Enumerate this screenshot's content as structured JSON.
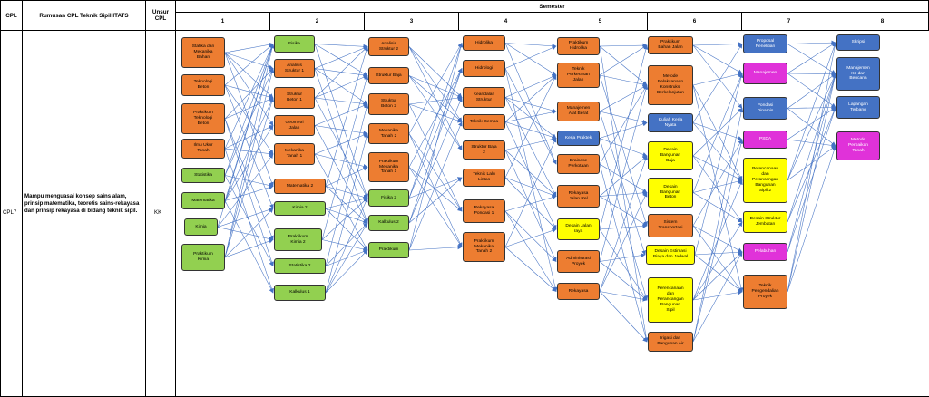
{
  "header": {
    "cpl": "CPL",
    "rumusan": "Rumusan CPL Teknik Sipil ITATS",
    "unsur": "Unsur\nCPL",
    "semester": "Semester",
    "semesters": [
      "1",
      "2",
      "3",
      "4",
      "5",
      "6",
      "7",
      "8"
    ]
  },
  "row": {
    "code": "CPL7",
    "description": "Mampu menguasai konsep sains alam, prinsip matematika, teoretis sains-rekayasa dan prinsip rekayasa di bidang teknik sipil.",
    "unsur": "KK"
  },
  "colors": {
    "orange": "#ED7D31",
    "green": "#92D050",
    "blue": "#4472C4",
    "yellow": "#FFFF00",
    "magenta": "#E032D9",
    "arrow": "#4472C4"
  },
  "nodes": [
    {
      "id": "s1a",
      "sem": 1,
      "label": "Statika dan\nMekanika\nBahan",
      "color": "orange"
    },
    {
      "id": "s1b",
      "sem": 1,
      "label": "Teknologi\nBeton",
      "color": "orange"
    },
    {
      "id": "s1c",
      "sem": 1,
      "label": "Praktikum\nTeknologi\nBeton",
      "color": "orange"
    },
    {
      "id": "s1d",
      "sem": 1,
      "label": "Ilmu Ukur\nTanah",
      "color": "orange"
    },
    {
      "id": "s1e",
      "sem": 1,
      "label": "Statistika",
      "color": "green"
    },
    {
      "id": "s1f",
      "sem": 1,
      "label": "Matematika",
      "color": "green"
    },
    {
      "id": "s1g",
      "sem": 1,
      "label": "Kimia",
      "color": "green"
    },
    {
      "id": "s1h",
      "sem": 1,
      "label": "Praktikum\nKimia",
      "color": "green"
    },
    {
      "id": "s2a",
      "sem": 2,
      "label": "Fisika",
      "color": "green"
    },
    {
      "id": "s2b",
      "sem": 2,
      "label": "Analisis\nStruktur 1",
      "color": "orange"
    },
    {
      "id": "s2c",
      "sem": 2,
      "label": "Struktur\nBeton 1",
      "color": "orange"
    },
    {
      "id": "s2d",
      "sem": 2,
      "label": "Geometri\nJalan",
      "color": "orange"
    },
    {
      "id": "s2e",
      "sem": 2,
      "label": "Mekanika\nTanah 1",
      "color": "orange"
    },
    {
      "id": "s2f",
      "sem": 2,
      "label": "Matematika 2",
      "color": "orange"
    },
    {
      "id": "s2g",
      "sem": 2,
      "label": "Kimia 2",
      "color": "green"
    },
    {
      "id": "s2h",
      "sem": 2,
      "label": "Praktikum\nKimia 2",
      "color": "green"
    },
    {
      "id": "s2i",
      "sem": 2,
      "label": "Statistika 2",
      "color": "green"
    },
    {
      "id": "s2j",
      "sem": 2,
      "label": "Kalkulus 1",
      "color": "green"
    },
    {
      "id": "s3a",
      "sem": 3,
      "label": "Analisis\nStruktur 2",
      "color": "orange"
    },
    {
      "id": "s3b",
      "sem": 3,
      "label": "Struktur Baja",
      "color": "orange"
    },
    {
      "id": "s3c",
      "sem": 3,
      "label": "Struktur\nBeton 2",
      "color": "orange"
    },
    {
      "id": "s3d",
      "sem": 3,
      "label": "Mekanika\nTanah 2",
      "color": "orange"
    },
    {
      "id": "s3e",
      "sem": 3,
      "label": "Praktikum\nMekanika\nTanah 1",
      "color": "orange"
    },
    {
      "id": "s3f",
      "sem": 3,
      "label": "Fisika 2",
      "color": "green"
    },
    {
      "id": "s3g",
      "sem": 3,
      "label": "Kalkulus 2",
      "color": "green"
    },
    {
      "id": "s3h",
      "sem": 3,
      "label": "Praktikum",
      "color": "green"
    },
    {
      "id": "s4a",
      "sem": 4,
      "label": "Hidrolika",
      "color": "orange"
    },
    {
      "id": "s4b",
      "sem": 4,
      "label": "Hidrologi",
      "color": "orange"
    },
    {
      "id": "s4c",
      "sem": 4,
      "label": "Keandalan\nStruktur",
      "color": "orange"
    },
    {
      "id": "s4d",
      "sem": 4,
      "label": "Teknik Gempa",
      "color": "orange"
    },
    {
      "id": "s4e",
      "sem": 4,
      "label": "Struktur Baja\n2",
      "color": "orange"
    },
    {
      "id": "s4f",
      "sem": 4,
      "label": "Teknik Lalu\nLintas",
      "color": "orange"
    },
    {
      "id": "s4g",
      "sem": 4,
      "label": "Rekayasa\nPondasi 1",
      "color": "orange"
    },
    {
      "id": "s4h",
      "sem": 4,
      "label": "Praktikum\nMekanika\nTanah 2",
      "color": "orange"
    },
    {
      "id": "s5a",
      "sem": 5,
      "label": "Praktikum\nHidrolika",
      "color": "orange"
    },
    {
      "id": "s5b",
      "sem": 5,
      "label": "Teknik\nPerkerasan\nJalan",
      "color": "orange"
    },
    {
      "id": "s5c",
      "sem": 5,
      "label": "Manajemen\nAlat Berat",
      "color": "orange"
    },
    {
      "id": "s5d",
      "sem": 5,
      "label": "Kerja Praktek",
      "color": "blue"
    },
    {
      "id": "s5e",
      "sem": 5,
      "label": "Drainase\nPerkotaan",
      "color": "orange"
    },
    {
      "id": "s5f",
      "sem": 5,
      "label": "Rekayasa\nJalan Rel",
      "color": "orange"
    },
    {
      "id": "s5g",
      "sem": 5,
      "label": "Desain Jalan\nraya",
      "color": "yellow"
    },
    {
      "id": "s5h",
      "sem": 5,
      "label": "Administrasi\nProyek",
      "color": "orange"
    },
    {
      "id": "s5i",
      "sem": 5,
      "label": "Rekayasa",
      "color": "orange"
    },
    {
      "id": "s6a",
      "sem": 6,
      "label": "Praktikum\nBahan Jalan",
      "color": "orange"
    },
    {
      "id": "s6b",
      "sem": 6,
      "label": "Metode\nPelaksanaan\nKonstruksi\nBerkelanjutan",
      "color": "orange"
    },
    {
      "id": "s6c",
      "sem": 6,
      "label": "Kuliah Kerja\nNyata",
      "color": "blue"
    },
    {
      "id": "s6d",
      "sem": 6,
      "label": "Desain\nBangunan\nBaja",
      "color": "yellow"
    },
    {
      "id": "s6e",
      "sem": 6,
      "label": "Desain\nBangunan\nBeton",
      "color": "yellow"
    },
    {
      "id": "s6f",
      "sem": 6,
      "label": "Sistem\nTransportasi",
      "color": "orange"
    },
    {
      "id": "s6g",
      "sem": 6,
      "label": "Desain Estimasi\nBiaya dan Jadwal",
      "color": "yellow"
    },
    {
      "id": "s6h",
      "sem": 6,
      "label": "Perencanaan\ndan\nPerancangan\nBangunan\nSipil",
      "color": "yellow"
    },
    {
      "id": "s6i",
      "sem": 6,
      "label": "Irigasi dan\nBangunan Air",
      "color": "orange"
    },
    {
      "id": "s7a",
      "sem": 7,
      "label": "Proposal\nPenelitian",
      "color": "blue"
    },
    {
      "id": "s7b",
      "sem": 7,
      "label": "Manajemen",
      "color": "magenta"
    },
    {
      "id": "s7c",
      "sem": 7,
      "label": "Pondasi\nDinamis",
      "color": "blue"
    },
    {
      "id": "s7d",
      "sem": 7,
      "label": "PSDA",
      "color": "magenta"
    },
    {
      "id": "s7e",
      "sem": 7,
      "label": "Perencanaan\ndan\nPerancangan\nBangunan\nSipil 2",
      "color": "yellow"
    },
    {
      "id": "s7f",
      "sem": 7,
      "label": "Desain Struktur\nJembatan",
      "color": "yellow"
    },
    {
      "id": "s7g",
      "sem": 7,
      "label": "Pelabuhan",
      "color": "magenta"
    },
    {
      "id": "s7h",
      "sem": 7,
      "label": "Teknik\nPengendalian\nProyek",
      "color": "orange"
    },
    {
      "id": "s8a",
      "sem": 8,
      "label": "Skripsi",
      "color": "blue"
    },
    {
      "id": "s8b",
      "sem": 8,
      "label": "Manajemen\nK3 dan\nBencana",
      "color": "blue"
    },
    {
      "id": "s8c",
      "sem": 8,
      "label": "Lapangan\nTerbang",
      "color": "blue"
    },
    {
      "id": "s8d",
      "sem": 8,
      "label": "Metode\nPerbaikan\nTanah",
      "color": "magenta"
    }
  ],
  "edges": [
    [
      "s1a",
      "s2b"
    ],
    [
      "s1a",
      "s2c"
    ],
    [
      "s1a",
      "s2d"
    ],
    [
      "s1a",
      "s2a"
    ],
    [
      "s1a",
      "s2f"
    ],
    [
      "s1b",
      "s2c"
    ],
    [
      "s1b",
      "s2a"
    ],
    [
      "s1b",
      "s2e"
    ],
    [
      "s1b",
      "s2g"
    ],
    [
      "s1c",
      "s2c"
    ],
    [
      "s1c",
      "s2b"
    ],
    [
      "s1c",
      "s2h"
    ],
    [
      "s1c",
      "s2i"
    ],
    [
      "s1d",
      "s2d"
    ],
    [
      "s1d",
      "s2e"
    ],
    [
      "s1d",
      "s2a"
    ],
    [
      "s1d",
      "s2j"
    ],
    [
      "s1e",
      "s2i"
    ],
    [
      "s1e",
      "s2f"
    ],
    [
      "s1e",
      "s2a"
    ],
    [
      "s1e",
      "s2b"
    ],
    [
      "s1f",
      "s2f"
    ],
    [
      "s1f",
      "s2j"
    ],
    [
      "s1f",
      "s2a"
    ],
    [
      "s1f",
      "s2c"
    ],
    [
      "s1f",
      "s2d"
    ],
    [
      "s1g",
      "s2g"
    ],
    [
      "s1g",
      "s2h"
    ],
    [
      "s1g",
      "s2a"
    ],
    [
      "s1g",
      "s2e"
    ],
    [
      "s1h",
      "s2h"
    ],
    [
      "s1h",
      "s2g"
    ],
    [
      "s1h",
      "s2b"
    ],
    [
      "s1h",
      "s2c"
    ],
    [
      "s1h",
      "s2a"
    ],
    [
      "s2a",
      "s3a"
    ],
    [
      "s2a",
      "s3f"
    ],
    [
      "s2a",
      "s3b"
    ],
    [
      "s2b",
      "s3a"
    ],
    [
      "s2b",
      "s3b"
    ],
    [
      "s2b",
      "s3c"
    ],
    [
      "s2b",
      "s3g"
    ],
    [
      "s2c",
      "s3c"
    ],
    [
      "s2c",
      "s3b"
    ],
    [
      "s2c",
      "s3a"
    ],
    [
      "s2c",
      "s3f"
    ],
    [
      "s2d",
      "s3d"
    ],
    [
      "s2d",
      "s3c"
    ],
    [
      "s2d",
      "s3g"
    ],
    [
      "s2e",
      "s3d"
    ],
    [
      "s2e",
      "s3e"
    ],
    [
      "s2e",
      "s3h"
    ],
    [
      "s2f",
      "s3g"
    ],
    [
      "s2f",
      "s3f"
    ],
    [
      "s2f",
      "s3a"
    ],
    [
      "s2f",
      "s3e"
    ],
    [
      "s2g",
      "s3f"
    ],
    [
      "s2g",
      "s3h"
    ],
    [
      "s2g",
      "s3g"
    ],
    [
      "s2h",
      "s3h"
    ],
    [
      "s2h",
      "s3f"
    ],
    [
      "s2h",
      "s3b"
    ],
    [
      "s2i",
      "s3g"
    ],
    [
      "s2i",
      "s3h"
    ],
    [
      "s2i",
      "s3c"
    ],
    [
      "s2j",
      "s3g"
    ],
    [
      "s2j",
      "s3f"
    ],
    [
      "s2j",
      "s3h"
    ],
    [
      "s2j",
      "s3d"
    ],
    [
      "s3a",
      "s4c"
    ],
    [
      "s3a",
      "s4d"
    ],
    [
      "s3a",
      "s4e"
    ],
    [
      "s3b",
      "s4e"
    ],
    [
      "s3b",
      "s4c"
    ],
    [
      "s3b",
      "s4d"
    ],
    [
      "s3c",
      "s4c"
    ],
    [
      "s3c",
      "s4d"
    ],
    [
      "s3c",
      "s4g"
    ],
    [
      "s3d",
      "s4g"
    ],
    [
      "s3d",
      "s4h"
    ],
    [
      "s3d",
      "s4a"
    ],
    [
      "s3e",
      "s4h"
    ],
    [
      "s3e",
      "s4g"
    ],
    [
      "s3e",
      "s4b"
    ],
    [
      "s3f",
      "s4a"
    ],
    [
      "s3f",
      "s4b"
    ],
    [
      "s3f",
      "s4f"
    ],
    [
      "s3g",
      "s4c"
    ],
    [
      "s3g",
      "s4f"
    ],
    [
      "s3g",
      "s4b"
    ],
    [
      "s3h",
      "s4d"
    ],
    [
      "s3h",
      "s4h"
    ],
    [
      "s3h",
      "s4a"
    ],
    [
      "s4a",
      "s5a"
    ],
    [
      "s4a",
      "s5e"
    ],
    [
      "s4a",
      "s5b"
    ],
    [
      "s4b",
      "s5e"
    ],
    [
      "s4b",
      "s5a"
    ],
    [
      "s4b",
      "s5i"
    ],
    [
      "s4c",
      "s5c"
    ],
    [
      "s4c",
      "s5b"
    ],
    [
      "s4c",
      "s5d"
    ],
    [
      "s4c",
      "s5f"
    ],
    [
      "s4d",
      "s5b"
    ],
    [
      "s4d",
      "s5d"
    ],
    [
      "s4d",
      "s5g"
    ],
    [
      "s4d",
      "s5c"
    ],
    [
      "s4e",
      "s5d"
    ],
    [
      "s4e",
      "s5f"
    ],
    [
      "s4e",
      "s5h"
    ],
    [
      "s4f",
      "s5b"
    ],
    [
      "s4f",
      "s5f"
    ],
    [
      "s4f",
      "s5g"
    ],
    [
      "s4g",
      "s5i"
    ],
    [
      "s4g",
      "s5h"
    ],
    [
      "s4g",
      "s5f"
    ],
    [
      "s4h",
      "s5i"
    ],
    [
      "s4h",
      "s5g"
    ],
    [
      "s4h",
      "s5d"
    ],
    [
      "s5a",
      "s6a"
    ],
    [
      "s5a",
      "s6i"
    ],
    [
      "s5a",
      "s6b"
    ],
    [
      "s5b",
      "s6a"
    ],
    [
      "s5b",
      "s6f"
    ],
    [
      "s5b",
      "s6b"
    ],
    [
      "s5c",
      "s6b"
    ],
    [
      "s5c",
      "s6g"
    ],
    [
      "s5c",
      "s6c"
    ],
    [
      "s5d",
      "s6c"
    ],
    [
      "s5d",
      "s6h"
    ],
    [
      "s5d",
      "s6d"
    ],
    [
      "s5e",
      "s6i"
    ],
    [
      "s5e",
      "s6b"
    ],
    [
      "s5e",
      "s6e"
    ],
    [
      "s5f",
      "s6f"
    ],
    [
      "s5f",
      "s6d"
    ],
    [
      "s5f",
      "s6e"
    ],
    [
      "s5g",
      "s6f"
    ],
    [
      "s5g",
      "s6h"
    ],
    [
      "s5g",
      "s6a"
    ],
    [
      "s5h",
      "s6g"
    ],
    [
      "s5h",
      "s6b"
    ],
    [
      "s5h",
      "s6h"
    ],
    [
      "s5i",
      "s6h"
    ],
    [
      "s5i",
      "s6e"
    ],
    [
      "s5i",
      "s6i"
    ],
    [
      "s5i",
      "s6d"
    ],
    [
      "s6a",
      "s7a"
    ],
    [
      "s6a",
      "s7b"
    ],
    [
      "s6a",
      "s7c"
    ],
    [
      "s6b",
      "s7b"
    ],
    [
      "s6b",
      "s7h"
    ],
    [
      "s6b",
      "s7e"
    ],
    [
      "s6c",
      "s7a"
    ],
    [
      "s6c",
      "s7e"
    ],
    [
      "s6c",
      "s7d"
    ],
    [
      "s6d",
      "s7e"
    ],
    [
      "s6d",
      "s7f"
    ],
    [
      "s6d",
      "s7c"
    ],
    [
      "s6e",
      "s7e"
    ],
    [
      "s6e",
      "s7f"
    ],
    [
      "s6e",
      "s7b"
    ],
    [
      "s6f",
      "s7g"
    ],
    [
      "s6f",
      "s7h"
    ],
    [
      "s6f",
      "s7d"
    ],
    [
      "s6g",
      "s7h"
    ],
    [
      "s6g",
      "s7b"
    ],
    [
      "s6g",
      "s7g"
    ],
    [
      "s6h",
      "s7e"
    ],
    [
      "s6h",
      "s7h"
    ],
    [
      "s6h",
      "s7f"
    ],
    [
      "s6h",
      "s7g"
    ],
    [
      "s6i",
      "s7d"
    ],
    [
      "s6i",
      "s7g"
    ],
    [
      "s6i",
      "s7c"
    ],
    [
      "s7a",
      "s8a"
    ],
    [
      "s7a",
      "s8b"
    ],
    [
      "s7b",
      "s8b"
    ],
    [
      "s7b",
      "s8c"
    ],
    [
      "s7b",
      "s8a"
    ],
    [
      "s7c",
      "s8d"
    ],
    [
      "s7c",
      "s8b"
    ],
    [
      "s7c",
      "s8c"
    ],
    [
      "s7d",
      "s8d"
    ],
    [
      "s7d",
      "s8c"
    ],
    [
      "s7e",
      "s8a"
    ],
    [
      "s7e",
      "s8b"
    ],
    [
      "s7e",
      "s8d"
    ],
    [
      "s7f",
      "s8c"
    ],
    [
      "s7f",
      "s8b"
    ],
    [
      "s7g",
      "s8c"
    ],
    [
      "s7g",
      "s8b"
    ],
    [
      "s7h",
      "s8b"
    ],
    [
      "s7h",
      "s8a"
    ],
    [
      "s7h",
      "s8d"
    ]
  ]
}
